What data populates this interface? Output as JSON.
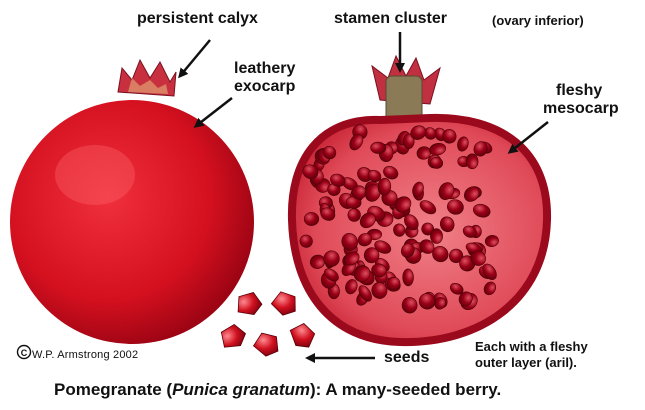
{
  "labels": {
    "persistent_calyx": "persistent calyx",
    "leathery_exocarp_1": "leathery",
    "leathery_exocarp_2": "exocarp",
    "stamen_cluster": "stamen cluster",
    "ovary_inferior": "(ovary inferior)",
    "fleshy_mesocarp_1": "fleshy",
    "fleshy_mesocarp_2": "mesocarp",
    "seeds": "seeds",
    "aril_line_1": "Each with a fleshy",
    "aril_line_2": "outer layer (aril)."
  },
  "copyright": "W.P. Armstrong 2002",
  "caption": {
    "prefix": "Pomegranate (",
    "italic": "Punica granatum",
    "suffix": "):  A many-seeded berry."
  },
  "colors": {
    "fruit_red": "#d4101f",
    "fruit_dark": "#8a0010",
    "flesh_pink": "#e45a66",
    "seed_red": "#7a0010",
    "stamen": "#8a7a55"
  }
}
